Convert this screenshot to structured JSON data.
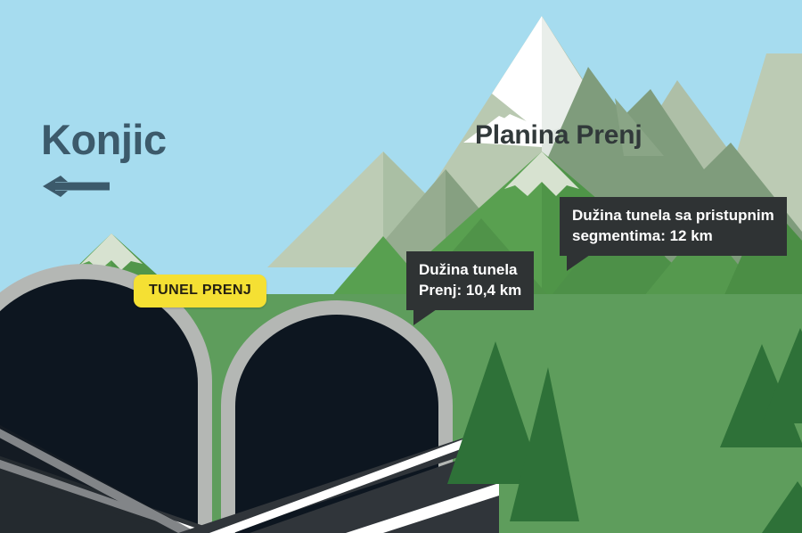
{
  "scene": {
    "title": "Tunel Prenj infographic",
    "colors": {
      "sky": "#a6dcef",
      "grass": "#5e9d5c",
      "grass_light": "#64a35f",
      "mountain_far": "#b9c9b1",
      "mountain_far_shadow": "#9fb49c",
      "mountain_snow": "#ffffff",
      "mountain_snow_shade": "#e9eeea",
      "mountain_mid": "#7f9c7c",
      "mountain_green": "#59a050",
      "mountain_green_dark": "#4d9048",
      "tree": "#2e7138",
      "tunnel_dark": "#0d1620",
      "tunnel_rim": "#b4b7b4",
      "road": "#30353a",
      "road_line": "#ffffff",
      "callout_bg": "#2f3334",
      "callout_text": "#ffffff",
      "plate_bg": "#f5e033",
      "plate_text": "#241f11",
      "sign_text": "#3c5a6b",
      "title_text": "#31393a"
    }
  },
  "direction_sign": {
    "label": "Konjic",
    "arrow_direction": "left",
    "arrow_icon": "arrow-left-icon"
  },
  "mountain": {
    "title": "Planina Prenj"
  },
  "tunnel_plate": {
    "label": "TUNEL PRENJ"
  },
  "callouts": [
    {
      "id": "tunnel-length",
      "line1": "Dužina tunela",
      "line2": "Prenj: 10,4 km",
      "value": "10,4 km"
    },
    {
      "id": "total-length",
      "line1": "Dužina tunela sa pristupnim",
      "line2": "segmentima: 12 km",
      "value": "12 km"
    }
  ]
}
